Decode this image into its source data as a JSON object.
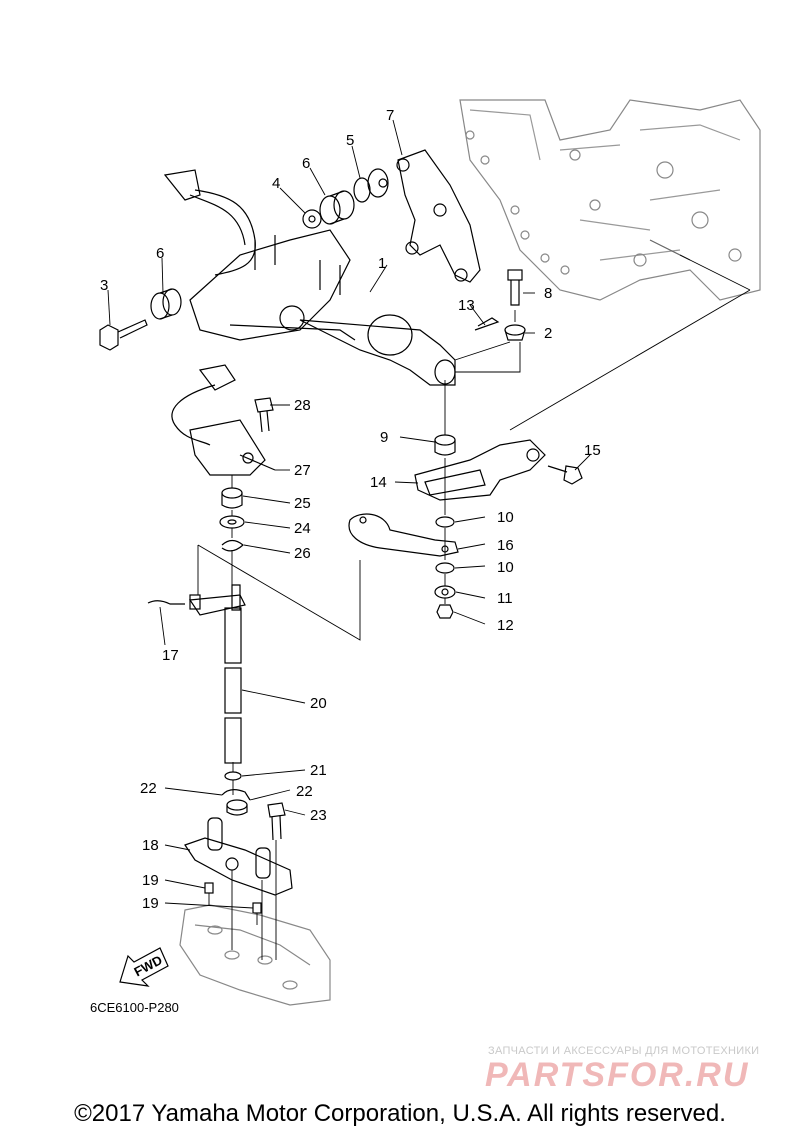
{
  "callouts": {
    "c1": "1",
    "c2": "2",
    "c3": "3",
    "c4": "4",
    "c5": "5",
    "c6a": "6",
    "c6b": "6",
    "c7": "7",
    "c8": "8",
    "c9": "9",
    "c10a": "10",
    "c10b": "10",
    "c11": "11",
    "c12": "12",
    "c13": "13",
    "c14": "14",
    "c15": "15",
    "c16": "16",
    "c17": "17",
    "c18": "18",
    "c19a": "19",
    "c19b": "19",
    "c20": "20",
    "c21": "21",
    "c22a": "22",
    "c22b": "22",
    "c23": "23",
    "c24": "24",
    "c25": "25",
    "c26": "26",
    "c27": "27",
    "c28": "28"
  },
  "fwd_label": "FWD",
  "diagram_code": "6CE6100-P280",
  "copyright": "©2017 Yamaha Motor Corporation, U.S.A. All rights reserved.",
  "watermark": {
    "subtitle": "ЗАПЧАСТИ И АКСЕССУАРЫ ДЛЯ МОТОТЕХНИКИ",
    "brand": "PARTSFOR.RU"
  }
}
